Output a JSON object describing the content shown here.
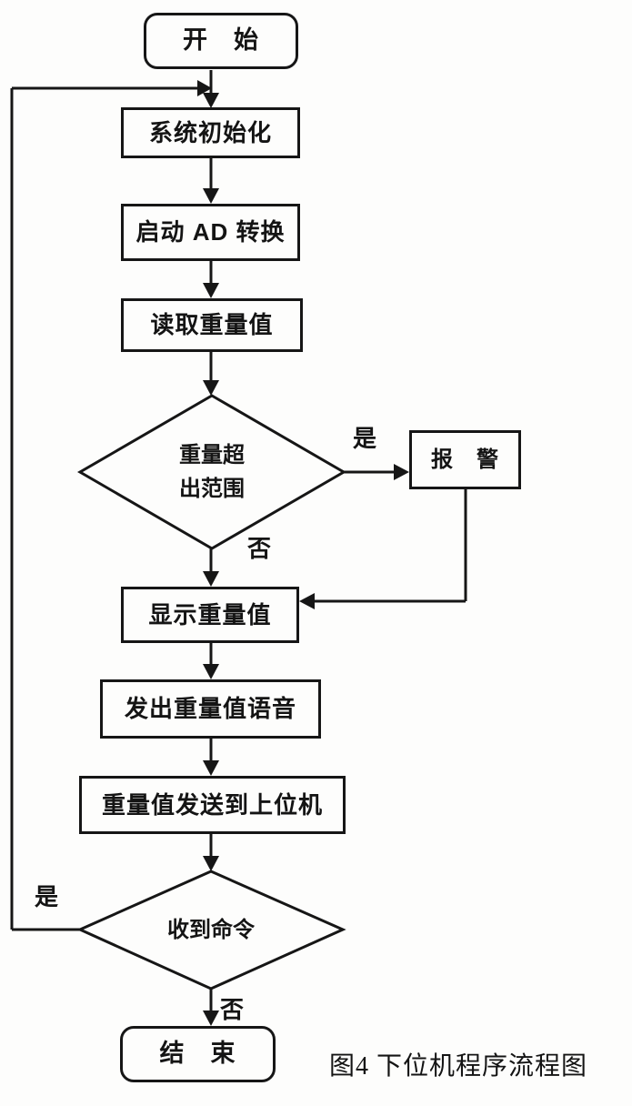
{
  "figure": {
    "caption": "图4 下位机程序流程图"
  },
  "flowchart": {
    "nodes": {
      "start": {
        "type": "terminator",
        "label": "开　始"
      },
      "init": {
        "type": "process",
        "label": "系统初始化"
      },
      "ad_convert": {
        "type": "process",
        "label": "启动 AD 转换"
      },
      "read_weight": {
        "type": "process",
        "label": "读取重量值"
      },
      "range_check": {
        "type": "decision",
        "label": "重量超\n出范围"
      },
      "alarm": {
        "type": "process",
        "label": "报　警"
      },
      "display": {
        "type": "process",
        "label": "显示重量值"
      },
      "voice": {
        "type": "process",
        "label": "发出重量值语音"
      },
      "send_host": {
        "type": "process",
        "label": "重量值发送到上位机"
      },
      "cmd_check": {
        "type": "decision",
        "label": "收到命令"
      },
      "end": {
        "type": "terminator",
        "label": "结　束"
      }
    },
    "edge_labels": {
      "range_yes": "是",
      "range_no": "否",
      "cmd_yes": "是",
      "cmd_no": "否"
    },
    "colors": {
      "stroke": "#161616",
      "text": "#141414",
      "background": "#fdfdfc"
    }
  }
}
